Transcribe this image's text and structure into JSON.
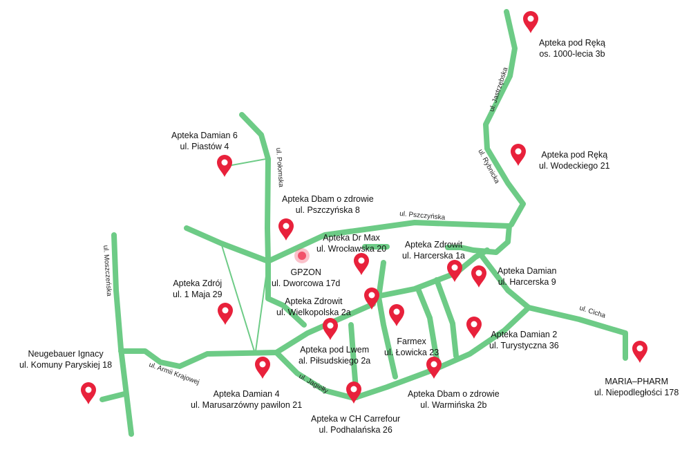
{
  "streets": {
    "jastrzebska": "ul. Jastrzębska",
    "rybnicka": "ul. Rybnicka",
    "polomska": "ul. Połomska",
    "pszczynska": "ul. Pszczyńska",
    "moszczenska": "ul. Moszczeńska",
    "armii_krajowej": "ul. Armii Krajowej",
    "jagielly": "ul. Jagiełły",
    "cicha": "ul. Cicha"
  },
  "center": {
    "name": "GPZON",
    "address": "ul. Dworcowa 17d"
  },
  "pharmacies": [
    {
      "id": "pod-reka-1",
      "name": "Apteka pod Ręką",
      "address": "os. 1000-lecia 3b"
    },
    {
      "id": "pod-reka-2",
      "name": "Apteka pod Ręką",
      "address": "ul. Wodeckiego 21"
    },
    {
      "id": "damian-6",
      "name": "Apteka Damian 6",
      "address": "ul. Piastów 4"
    },
    {
      "id": "dbam-pszczynska",
      "name": "Apteka Dbam o zdrowie",
      "address": "ul. Pszczyńska 8"
    },
    {
      "id": "dr-max",
      "name": "Apteka Dr Max",
      "address": "ul. Wrocławska 20"
    },
    {
      "id": "zdrowit-harcerska",
      "name": "Apteka Zdrowit",
      "address": "ul. Harcerska 1a"
    },
    {
      "id": "damian-harcerska",
      "name": "Apteka Damian",
      "address": "ul. Harcerska 9"
    },
    {
      "id": "zdroj",
      "name": "Apteka Zdrój",
      "address": "ul. 1 Maja 29"
    },
    {
      "id": "zdrowit-wielkopolska",
      "name": "Apteka Zdrowit",
      "address": "ul. Wielkopolska 2a"
    },
    {
      "id": "neugebauer",
      "name": "Neugebauer Ignacy",
      "address": "ul. Komuny Paryskiej 18"
    },
    {
      "id": "pod-lwem",
      "name": "Apteka pod Lwem",
      "address": "al. Piłsudskiego 2a"
    },
    {
      "id": "farmex",
      "name": "Farmex",
      "address": "ul. Łowicka 23"
    },
    {
      "id": "damian-2",
      "name": "Apteka Damian 2",
      "address": "ul. Turystyczna 36"
    },
    {
      "id": "maria-pharm",
      "name": "MARIA–PHARM",
      "address": "ul. Niepodległości 178"
    },
    {
      "id": "damian-4",
      "name": "Apteka Damian 4",
      "address": "ul. Marusarzówny pawilon 21"
    },
    {
      "id": "dbam-warminska",
      "name": "Apteka Dbam o zdrowie",
      "address": "ul. Warmińska 2b"
    },
    {
      "id": "carrefour",
      "name": "Apteka w CH Carrefour",
      "address": "ul. Podhalańska 26"
    }
  ],
  "colors": {
    "road": "#6dcb86",
    "pin": "#e8213b",
    "center_marker": "#f2516a"
  },
  "icons": {
    "pin": "map-pin-icon",
    "center": "location-dot-icon"
  }
}
